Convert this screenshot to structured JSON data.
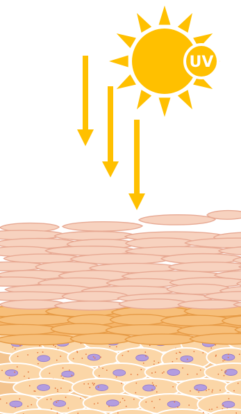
{
  "sun": {
    "badge_label": "UV",
    "icon": "sun-icon",
    "color": "#ffc000",
    "badge_text_color": "#ffffff"
  },
  "rays": {
    "icon": "arrow-down-icon",
    "count": 3,
    "color": "#ffc000"
  },
  "skin": {
    "layers": [
      {
        "name": "stratum-corneum",
        "fill": "#f7d2bf",
        "stroke": "#e7a892"
      },
      {
        "name": "stratum-granulosum",
        "fill": "#f5b56a",
        "stroke": "#e69a45"
      },
      {
        "name": "stratum-spinosum",
        "fill": "#fbd6a7",
        "stroke": "#ffffff"
      }
    ],
    "nucleus_color": "#b39de0",
    "granule_color": "#e2733a"
  }
}
